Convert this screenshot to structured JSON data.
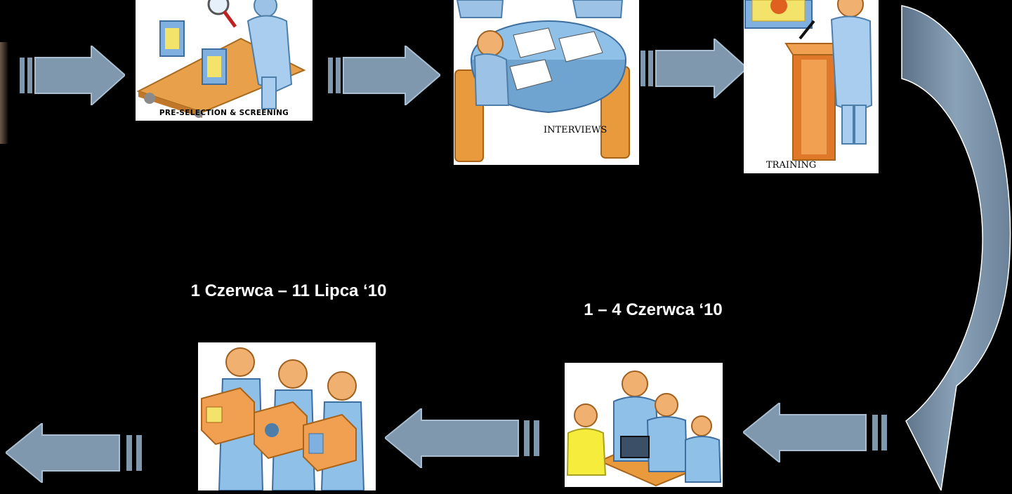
{
  "colors": {
    "background": "#000000",
    "arrow_fill": "#7f98ae",
    "arrow_edge": "#9fb6c9",
    "card": "#ffffff"
  },
  "steps": [
    {
      "label": "PRE-SELECTION & SCREENING",
      "icon": "conveyor-inspection-icon"
    },
    {
      "label": "INTERVIEWS",
      "icon": "meeting-table-icon"
    },
    {
      "label": "TRAINING",
      "icon": "presenter-podium-icon"
    },
    {
      "label": "",
      "icon": "team-workstation-icon"
    },
    {
      "label": "",
      "icon": "workers-boxes-icon"
    }
  ],
  "dates": {
    "placement_period": "1 Czerwca – 11 Lipca ‘10",
    "team_period": "1 – 4 Czerwca ‘10"
  }
}
